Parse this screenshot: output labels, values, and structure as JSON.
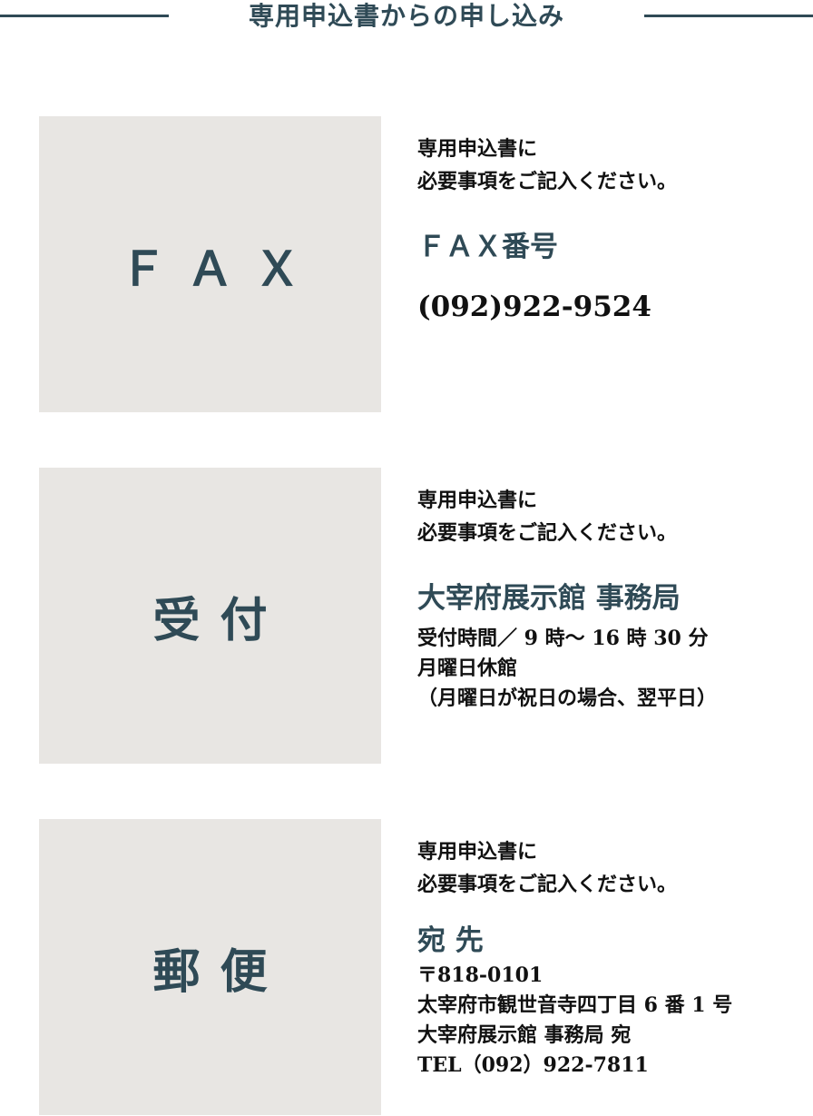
{
  "header": {
    "title": "専用申込書からの申し込み"
  },
  "sections": [
    {
      "label": "ＦＡＸ",
      "intro_line1": "専用申込書に",
      "intro_line2": "必要事項をご記入ください。",
      "heading": "ＦＡＸ番号",
      "value": "(092)922-9524"
    },
    {
      "label": "受付",
      "intro_line1": "専用申込書に",
      "intro_line2": "必要事項をご記入ください。",
      "heading": "大宰府展示館 事務局",
      "lines": [
        "受付時間／ 9 時〜 16 時 30 分",
        "月曜日休館",
        "（月曜日が祝日の場合、翌平日）"
      ]
    },
    {
      "label": "郵便",
      "intro_line1": "専用申込書に",
      "intro_line2": "必要事項をご記入ください。",
      "heading": "宛 先",
      "lines": [
        "〒818-0101",
        "太宰府市観世音寺四丁目 6 番 1 号",
        "大宰府展示館 事務局 宛",
        "TEL（092）922-7811"
      ]
    }
  ]
}
